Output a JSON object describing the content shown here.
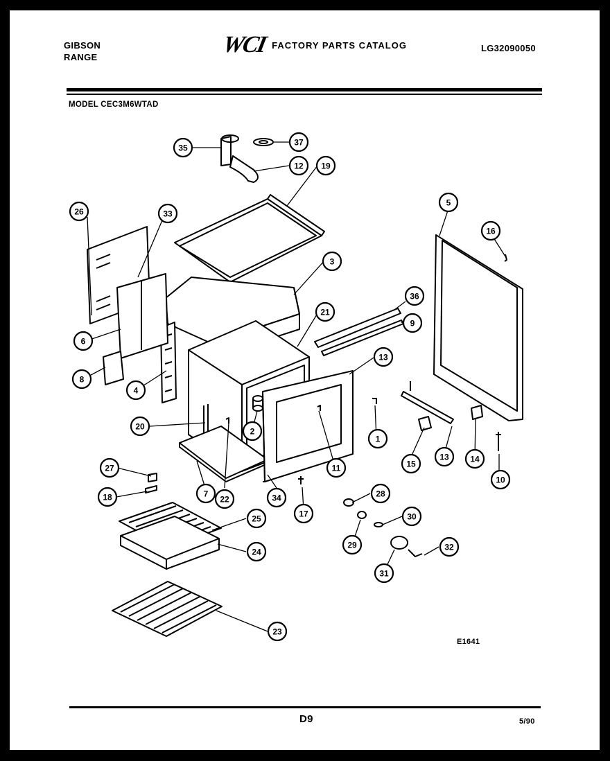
{
  "header": {
    "brand": "GIBSON",
    "product": "RANGE",
    "logo": "WCI",
    "catalog_title": "FACTORY PARTS CATALOG",
    "catalog_number": "LG32090050",
    "model": "MODEL CEC3M6WTAD"
  },
  "callouts": [
    "35",
    "37",
    "12",
    "19",
    "26",
    "33",
    "3",
    "21",
    "6",
    "8",
    "4",
    "5",
    "16",
    "36",
    "9",
    "13",
    "2",
    "20",
    "22",
    "7",
    "34",
    "11",
    "1",
    "15",
    "13",
    "14",
    "10",
    "17",
    "28",
    "30",
    "29",
    "31",
    "32",
    "27",
    "18",
    "25",
    "24",
    "23"
  ],
  "footer": {
    "diagram_code": "E1641",
    "page": "D9",
    "date": "5/90"
  }
}
